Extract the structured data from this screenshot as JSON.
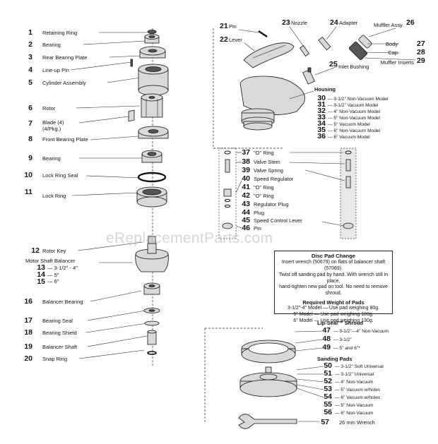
{
  "watermark": "eReplacementParts.com",
  "left_parts": [
    {
      "num": "1",
      "label": "Retaining Ring"
    },
    {
      "num": "2",
      "label": "Bearing"
    },
    {
      "num": "3",
      "label": "Rear Bearing Plate"
    },
    {
      "num": "4",
      "label": "Line-up Pin"
    },
    {
      "num": "5",
      "label": "Cylinder Assembly"
    },
    {
      "num": "6",
      "label": "Rotor"
    },
    {
      "num": "7",
      "label": "Blade (4)",
      "label2": "(4/Pkg.)"
    },
    {
      "num": "8",
      "label": "Front Bearing Plate"
    },
    {
      "num": "9",
      "label": "Bearing"
    },
    {
      "num": "10",
      "label": "Lock Ring Seal"
    },
    {
      "num": "11",
      "label": "Lock Ring"
    },
    {
      "num": "12",
      "label": "Rotor Key"
    },
    {
      "num": "16",
      "label": "Balancer Bearing"
    },
    {
      "num": "17",
      "label": "Bearing Seal"
    },
    {
      "num": "18",
      "label": "Bearing Shield"
    },
    {
      "num": "19",
      "label": "Balancer Shaft"
    },
    {
      "num": "20",
      "label": "Snap Ring"
    }
  ],
  "balancer": {
    "title": "Motor Shaft Balancer",
    "items": [
      {
        "num": "13",
        "label": "— 3-1/2\" - 4\""
      },
      {
        "num": "14",
        "label": "— 5\""
      },
      {
        "num": "15",
        "label": "— 6\""
      }
    ]
  },
  "top_parts": [
    {
      "num": "21",
      "label": "Pin"
    },
    {
      "num": "22",
      "label": "Lever"
    },
    {
      "num": "23",
      "label": "Nozzle"
    },
    {
      "num": "24",
      "label": "Adapter"
    },
    {
      "num": "25",
      "label": "Inlet Bushing"
    },
    {
      "num": "26",
      "label": "Muffler Assy."
    },
    {
      "num": "27",
      "label": "Body"
    },
    {
      "num": "28",
      "label": "Cap"
    },
    {
      "num": "29",
      "label": "Muffler Inserts"
    }
  ],
  "housing": {
    "title": "Housing",
    "items": [
      {
        "num": "30",
        "label": "— 3-1/2\" Non-Vacuum Model"
      },
      {
        "num": "31",
        "label": "— 3-1/2\" Vacuum Model"
      },
      {
        "num": "32",
        "label": "— 4\" Non-Vacuum Model"
      },
      {
        "num": "33",
        "label": "— 5\" Non-Vacuum Model"
      },
      {
        "num": "34",
        "label": "— 5\" Vacuum Model"
      },
      {
        "num": "35",
        "label": "— 6\" Non-Vacuum Model"
      },
      {
        "num": "36",
        "label": "— 6\" Vacuum Model"
      }
    ]
  },
  "valve_parts": [
    {
      "num": "37",
      "label": "\"O\" Ring"
    },
    {
      "num": "38",
      "label": "Valve Stem"
    },
    {
      "num": "39",
      "label": "Valve Spring"
    },
    {
      "num": "40",
      "label": "Speed Regulator"
    },
    {
      "num": "41",
      "label": "\"O\" Ring"
    },
    {
      "num": "42",
      "label": "\"O\" Ring"
    },
    {
      "num": "43",
      "label": "Regulator Plug"
    },
    {
      "num": "44",
      "label": "Plug"
    },
    {
      "num": "45",
      "label": "Speed Control Lever"
    },
    {
      "num": "46",
      "label": "Pin"
    }
  ],
  "note": {
    "title": "Disc Pad Change",
    "lines": [
      "Insert wrench (50679) on flats of balancer shaft (57069).",
      "Twist off sanding pad by hand.  With wrench still in place,",
      "hand-tighten new pad on tool.  No need to remove shroud."
    ],
    "subtitle": "Required Weight of Pads",
    "weights": [
      "3-1/2\"-4\" Model — Use pad weighing 80g.",
      "5\" Model — Use pad weighing 100g.",
      "6\" Model — Use pad weighing 130g."
    ]
  },
  "shroud": {
    "title": "Lip-Seal™ Shroud",
    "items": [
      {
        "num": "47",
        "label": "— 3-1/2\"—4\" Non-Vacuum"
      },
      {
        "num": "48",
        "label": "— 3-1/2\""
      },
      {
        "num": "49",
        "label": "— 5\" and 6\"*"
      }
    ]
  },
  "pads": {
    "title": "Sanding Pads",
    "items": [
      {
        "num": "50",
        "label": "— 3-1/2\" Soft Universal"
      },
      {
        "num": "51",
        "label": "— 3-1/2\" Universal"
      },
      {
        "num": "52",
        "label": "— 4\" Non-Vacuum"
      },
      {
        "num": "53",
        "label": "— 5\" Vacuum w/holes"
      },
      {
        "num": "54",
        "label": "— 6\" Vacuum w/holes"
      },
      {
        "num": "55",
        "label": "— 5\" Non-Vacuum"
      },
      {
        "num": "56",
        "label": "— 6\" Non-Vacuum"
      }
    ]
  },
  "wrench": {
    "num": "57",
    "label": "26 mm Wrench"
  }
}
